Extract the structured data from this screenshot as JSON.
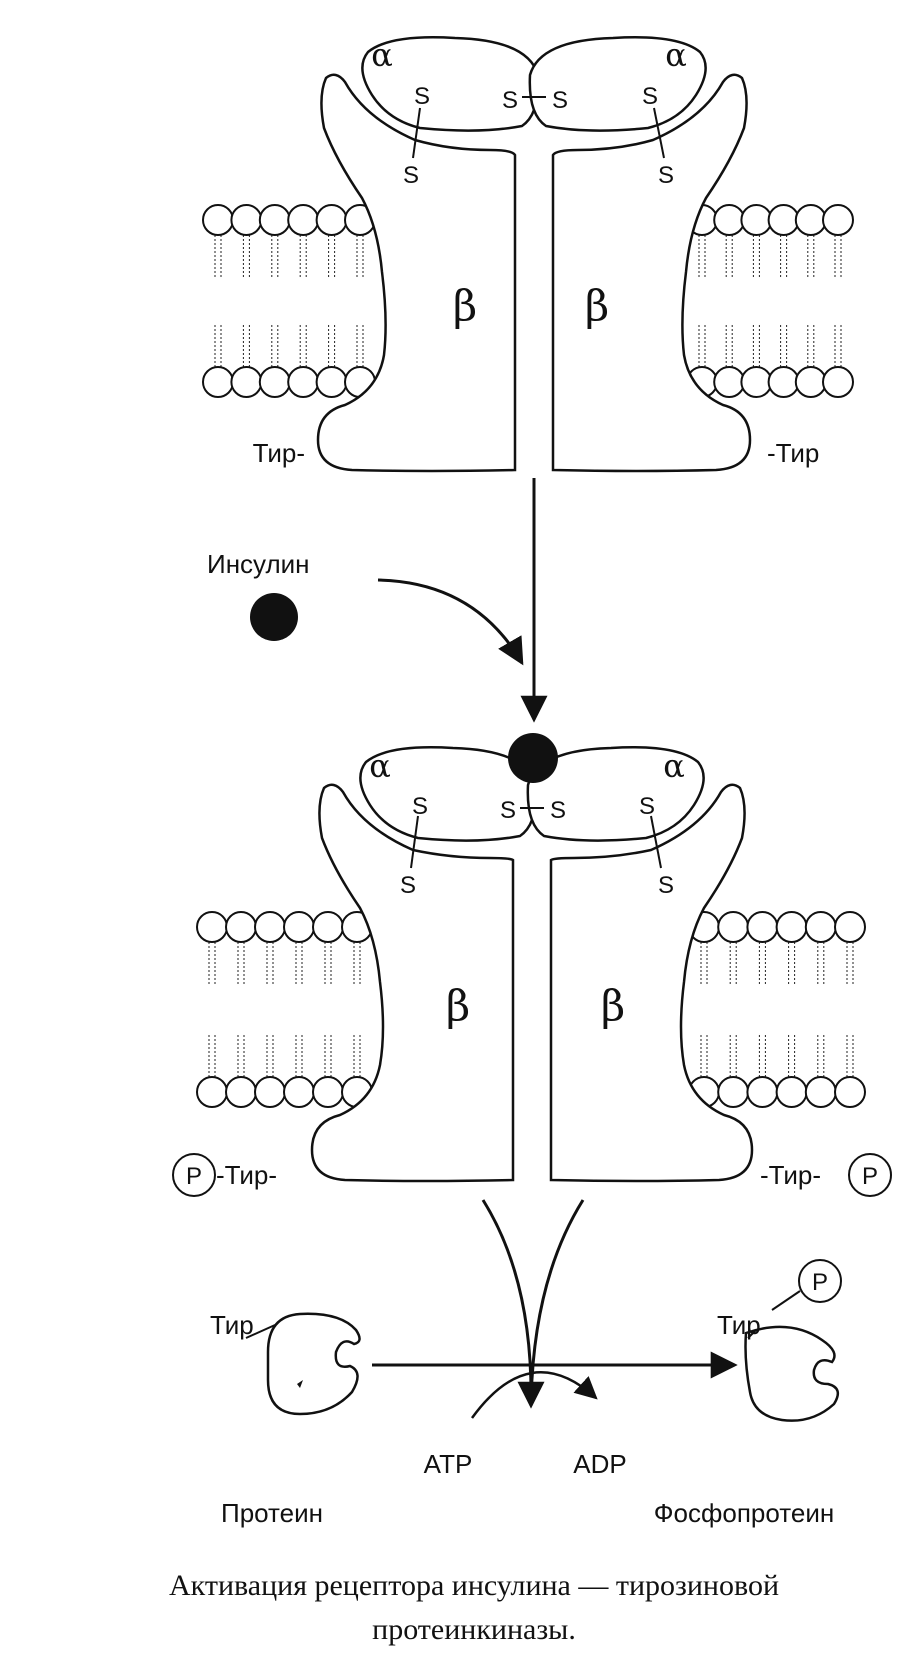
{
  "receptor_top": {
    "alpha_left": "α",
    "alpha_right": "α",
    "s_left_upper": "S",
    "s_left_lower": "S",
    "s_center_left": "S",
    "s_center_right": "S",
    "s_right_upper": "S",
    "s_right_lower": "S",
    "beta_left": "β",
    "beta_right": "β",
    "tyr_left": "Тир-",
    "tyr_right": "-Тир"
  },
  "insulin_label": "Инсулин",
  "receptor_bottom": {
    "alpha_left": "α",
    "alpha_right": "α",
    "s_left_upper": "S",
    "s_left_lower": "S",
    "s_center_left": "S",
    "s_center_right": "S",
    "s_right_upper": "S",
    "s_right_lower": "S",
    "beta_left": "β",
    "beta_right": "β",
    "p_left": "P",
    "tyr_left": "-Тир-",
    "tyr_right": "-Тир-",
    "p_right": "P"
  },
  "reaction": {
    "protein_tyr": "Тир",
    "phospho_tyr": "Тир",
    "phospho_p": "P",
    "atp": "ATP",
    "adp": "ADP",
    "protein": "Протеин",
    "phosphoprotein": "Фосфопротеин"
  },
  "caption": {
    "line1": "Активация рецептора инсулина — тирозиновой",
    "line2": "протеинкиназы."
  },
  "colors": {
    "ink": "#111111",
    "background": "#ffffff"
  }
}
